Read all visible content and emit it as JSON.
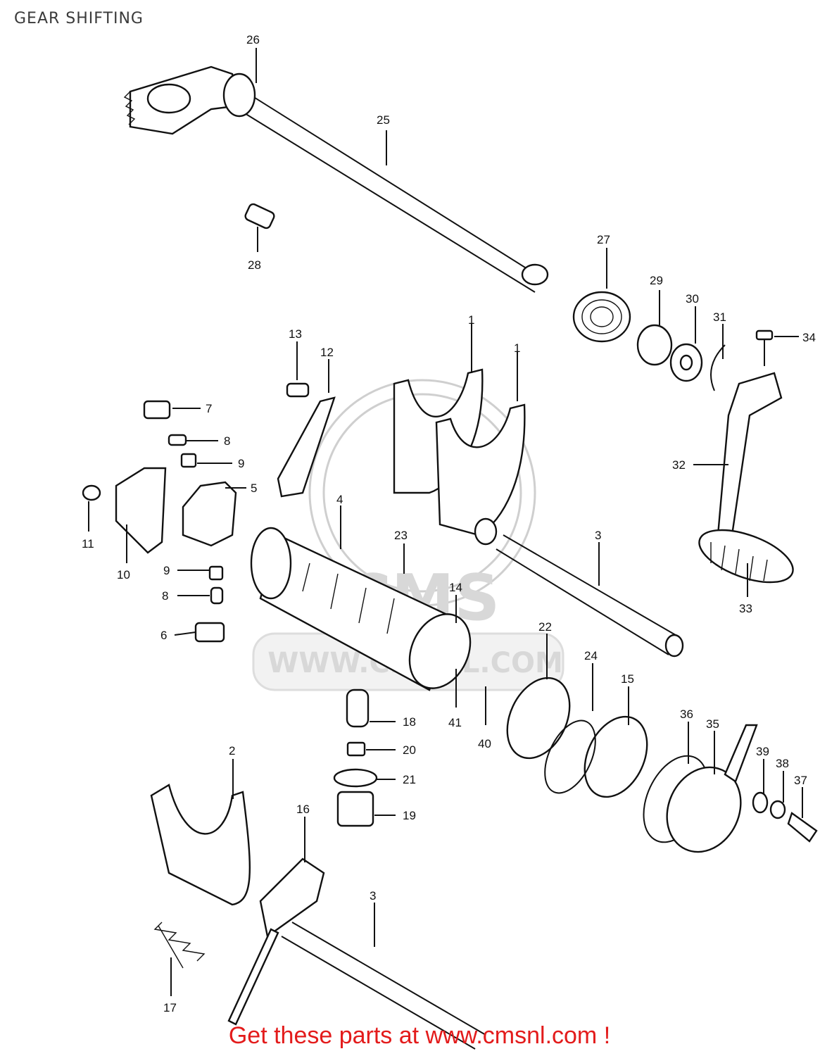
{
  "title": "GEAR SHIFTING",
  "watermark": {
    "logo_text": "CMS",
    "site_text": "WWW.CMSNL.COM"
  },
  "footer": {
    "text": "Get these parts at www.cmsnl.com !"
  },
  "callouts": [
    "26",
    "25",
    "28",
    "27",
    "29",
    "30",
    "31",
    "34",
    "13",
    "12",
    "1",
    "1",
    "7",
    "8",
    "9",
    "5",
    "11",
    "10",
    "4",
    "3",
    "23",
    "32",
    "9",
    "8",
    "6",
    "14",
    "33",
    "22",
    "24",
    "15",
    "41",
    "40",
    "18",
    "20",
    "21",
    "19",
    "2",
    "16",
    "36",
    "35",
    "39",
    "38",
    "37",
    "3",
    "17"
  ]
}
